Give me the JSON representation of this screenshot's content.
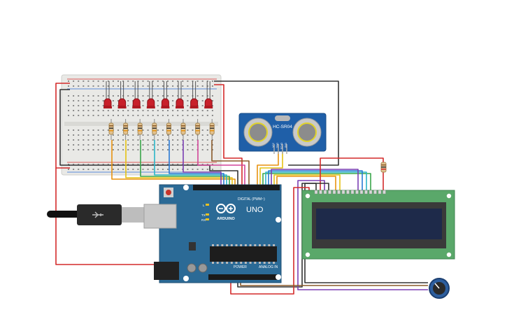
{
  "colors": {
    "board_blue": "#2b6a96",
    "board_blue_dark": "#1f4f73",
    "breadboard": "#e9e9e6",
    "lcd_green": "#5aa86a",
    "lcd_screen": "#1e2a4a",
    "sensor_blue": "#1f5fa8",
    "led_red": "#c8202a",
    "wire_red": "#d42a2a",
    "wire_black": "#333333",
    "wire_orange": "#e8920f",
    "wire_yellow": "#e6c213",
    "wire_green": "#3aa64a",
    "wire_cyan": "#2bb6c8",
    "wire_blue": "#2a7ad4",
    "wire_purple": "#7b3fb3",
    "wire_pink": "#d2459a",
    "wire_brown": "#8a5a2a",
    "pot_blue": "#2d5e9e"
  },
  "arduino": {
    "logo_text": "ARDUINO",
    "model": "UNO",
    "digital_label": "DIGITAL (PWM~)",
    "power_label": "POWER",
    "analog_label": "ANALOG IN",
    "tx_label": "TX",
    "rx_label": "RX",
    "l_label": "L"
  },
  "sensor": {
    "model": "HC-SR04",
    "pins": [
      "VCC",
      "TRIG",
      "ECHO",
      "GND"
    ]
  },
  "breadboard": {
    "led_count": 8
  },
  "potentiometer": {
    "icon": "potentiometer-knob"
  }
}
